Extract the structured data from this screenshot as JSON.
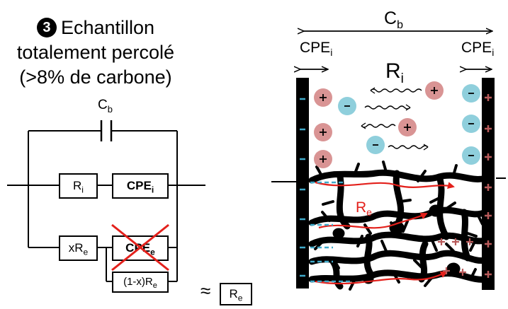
{
  "left": {
    "badge": "3",
    "title_line1": "Echantillon",
    "title_line2": "totalement percolé",
    "title_line3": "(>8% de carbone)",
    "cb": {
      "main": "C",
      "sub": "b"
    },
    "ri": {
      "main": "R",
      "sub": "i"
    },
    "cpei_top": {
      "main": "CPE",
      "sub": "i"
    },
    "xre": {
      "main": "xR",
      "sub": "e"
    },
    "cpee": {
      "main": "CPE",
      "sub": "e"
    },
    "oneminusx": {
      "main": "(1-x)R",
      "sub": "e"
    },
    "approx": "≈",
    "re_result": {
      "main": "R",
      "sub": "e"
    }
  },
  "right": {
    "cb": {
      "main": "C",
      "sub": "b"
    },
    "cpei_left": {
      "main": "CPE",
      "sub": "i"
    },
    "cpei_right": {
      "main": "CPE",
      "sub": "i"
    },
    "ri": {
      "main": "R",
      "sub": "i"
    },
    "re": {
      "main": "R",
      "sub": "e"
    },
    "plus": "+",
    "minus": "-"
  },
  "colors": {
    "positive_ion": "#d99494",
    "negative_ion": "#8fcfdc",
    "electronic_path": "#e3201b",
    "dash_blue": "#3fa9c9",
    "plus_right": "#b85a5a"
  }
}
